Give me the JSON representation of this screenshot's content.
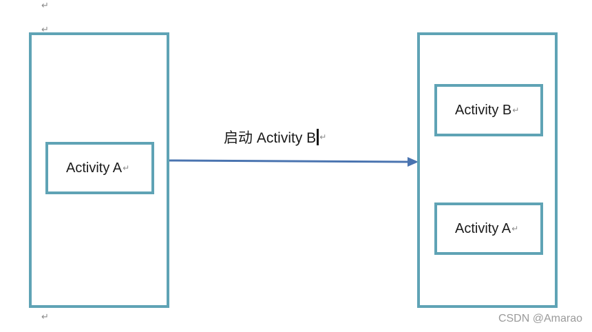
{
  "paragraph_marks": [
    "↵",
    "↵",
    "↵"
  ],
  "left_stack": {
    "activity_a_label": "Activity A",
    "mark": "↵"
  },
  "transition": {
    "label": "启动  Activity B",
    "mark": "↵"
  },
  "right_stack": {
    "activity_b_label": "Activity B",
    "activity_a_label": "Activity A",
    "mark": "↵"
  },
  "watermark": "CSDN @Amarao",
  "colors": {
    "box_border": "#5fa3b5",
    "arrow": "#4a74b0"
  }
}
